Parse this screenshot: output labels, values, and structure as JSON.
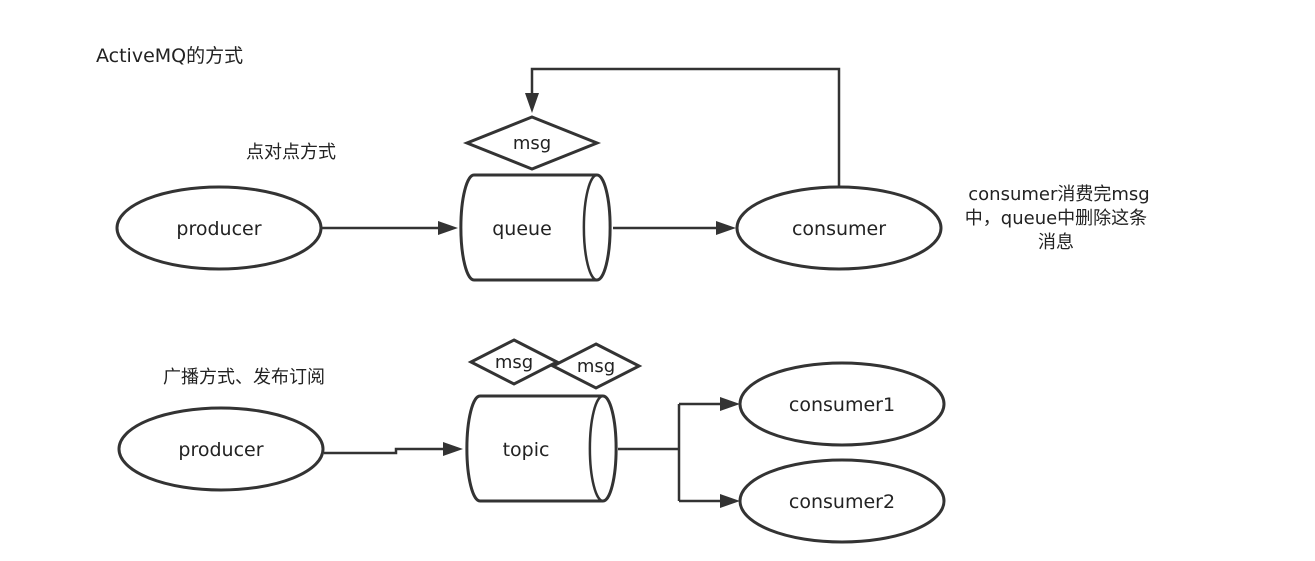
{
  "title": "ActiveMQ的方式",
  "p2p": {
    "label": "点对点方式",
    "producer": "producer",
    "queue": "queue",
    "msg": "msg",
    "consumer": "consumer",
    "note": [
      "consumer消费完msg",
      "中，queue中删除这条",
      "消息"
    ]
  },
  "pubsub": {
    "label": "广播方式、发布订阅",
    "producer": "producer",
    "topic": "topic",
    "msg1": "msg",
    "msg2": "msg",
    "consumer1": "consumer1",
    "consumer2": "consumer2"
  },
  "colors": {
    "stroke": "#333333",
    "fill": "#ffffff",
    "text": "#222222"
  }
}
